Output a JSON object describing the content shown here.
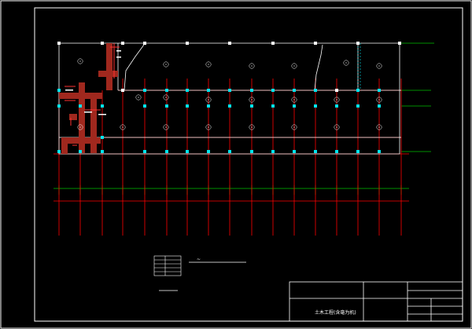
{
  "drawing": {
    "title_block_caption": "土木工程(含毫为机)",
    "legend_symbol": "~",
    "axis_markers": [
      "①",
      "②",
      "③"
    ]
  },
  "colors": {
    "background": "#000000",
    "frame": "#ffffff",
    "grid_red": "#ff0000",
    "grid_green": "#00c000",
    "column_cyan": "#00e5ee",
    "beam_brown": "#a0281e",
    "text": "#ffffff"
  }
}
